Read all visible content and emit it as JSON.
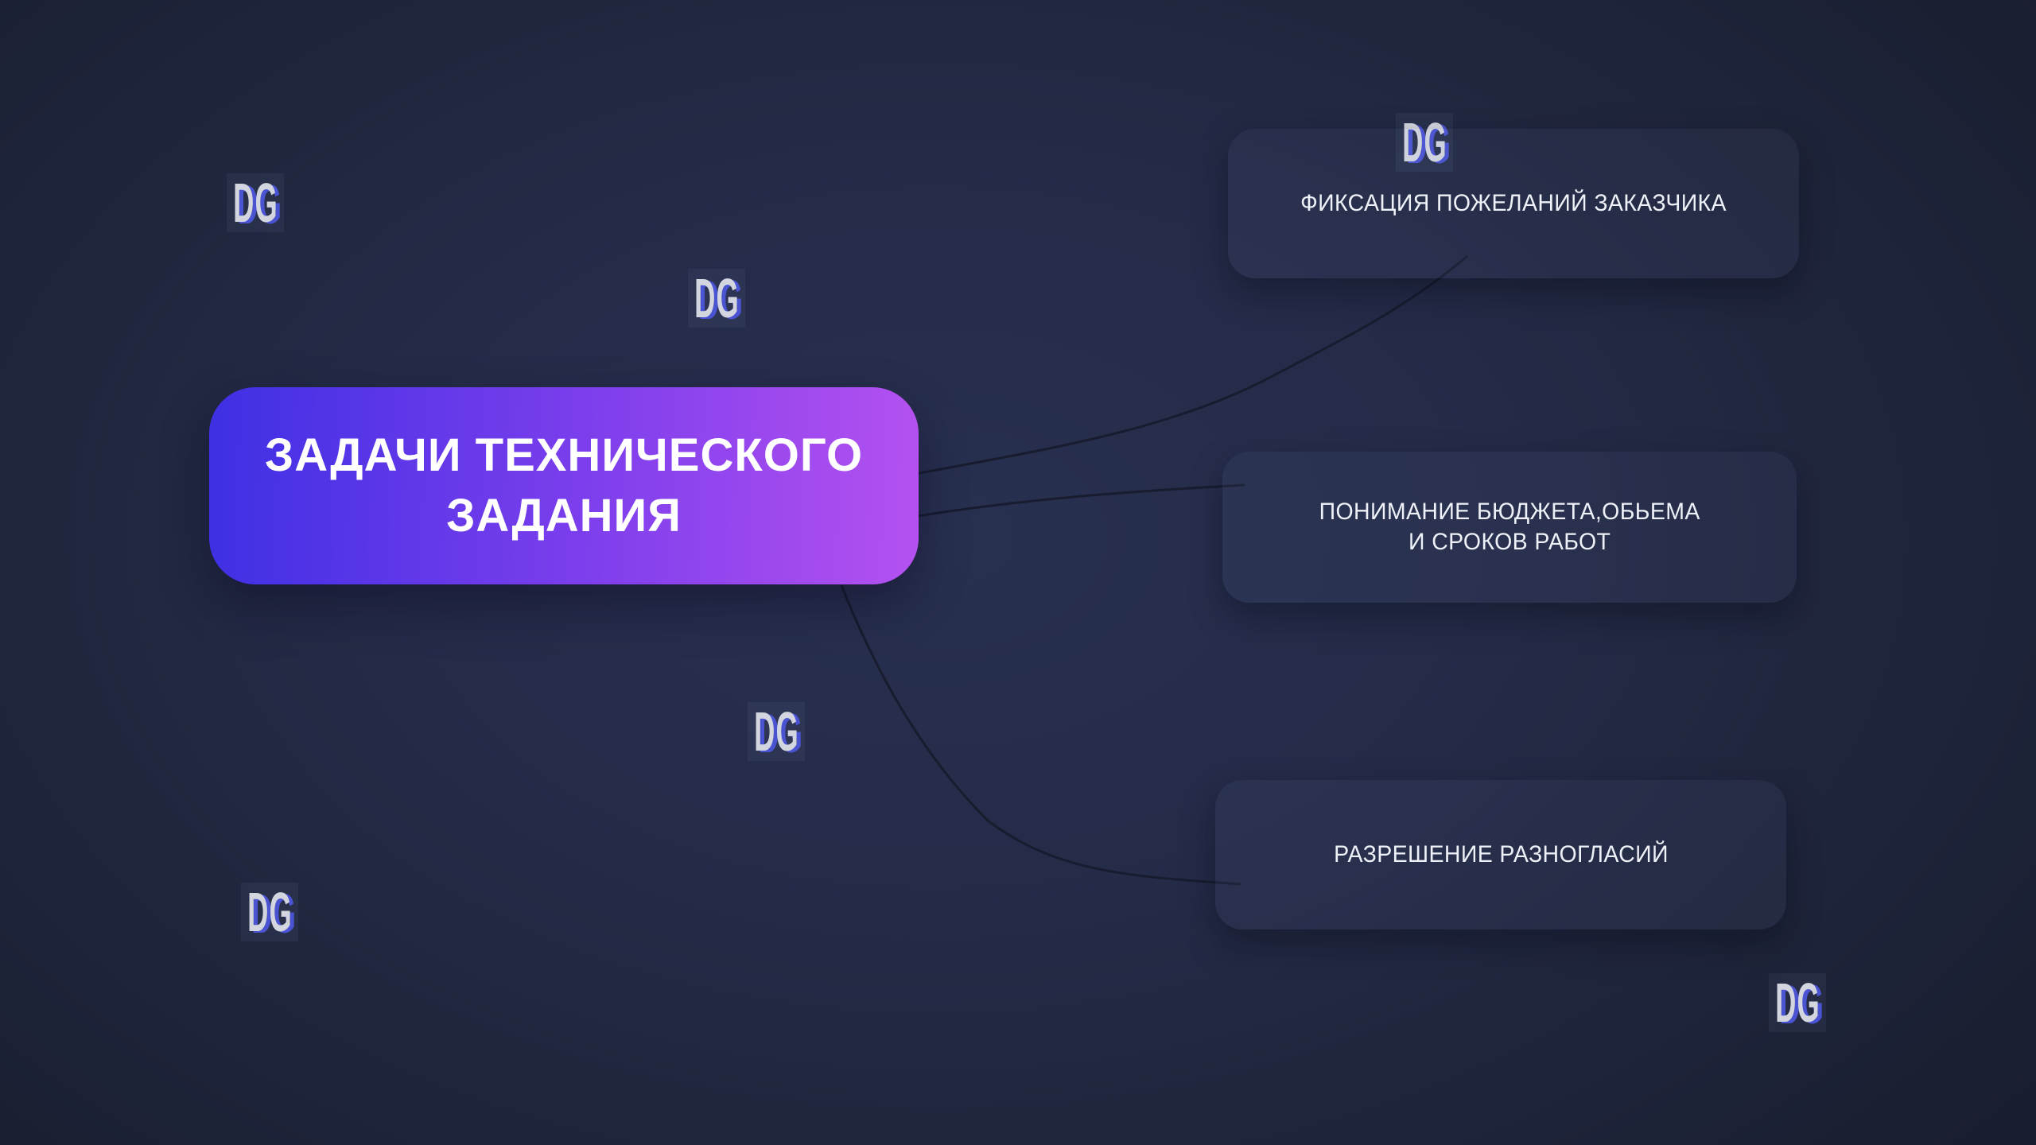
{
  "central_node": {
    "line1": "ЗАДАЧИ ТЕХНИЧЕСКОГО",
    "line2": "ЗАДАНИЯ"
  },
  "nodes": {
    "node1": {
      "line1": "ФИКСАЦИЯ ПОЖЕЛАНИЙ ЗАКАЗЧИКА",
      "line2": ""
    },
    "node2": {
      "line1": "ПОНИМАНИЕ БЮДЖЕТА,ОБЬЕМА",
      "line2": "И СРОКОВ РАБОТ"
    },
    "node3": {
      "line1": "РАЗРЕШЕНИЕ РАЗНОГЛАСИЙ",
      "line2": ""
    }
  },
  "watermark": {
    "text": "DG"
  },
  "colors": {
    "background_center": "#283050",
    "background_edge": "#191e2f",
    "central_gradient_start": "#3e30e4",
    "central_gradient_end": "#b551f0",
    "central_text": "#ffffff",
    "branch_node_fill": "rgba(146,160,220,0.055)",
    "branch_node_text": "#eef1f7",
    "connector": "#161b2c",
    "watermark_text": "#d3d6de",
    "watermark_shadow": "#4a53d2"
  }
}
